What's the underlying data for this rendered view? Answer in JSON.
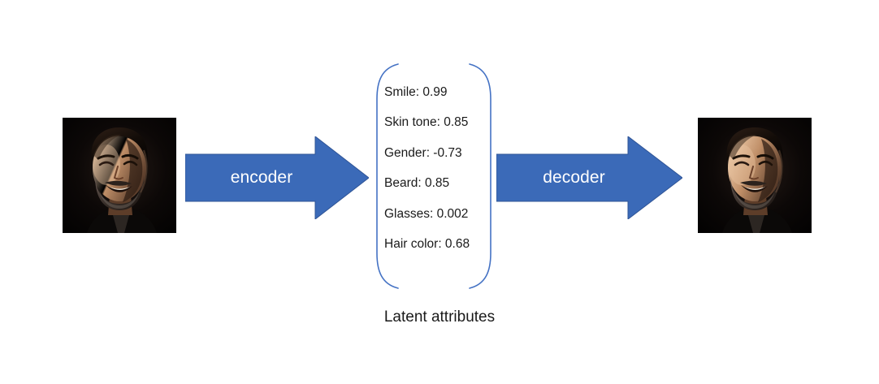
{
  "diagram": {
    "type": "autoencoder-pipeline",
    "caption": "Latent attributes",
    "accent_color": "#3B6AB8",
    "bracket_color": "#4472C4",
    "background_color": "#FFFFFF",
    "text_color": "#1A1A1A"
  },
  "input_image": {
    "alt": "Photograph of a smiling bearded man on a dark background, lit from the left",
    "label": "input-face-photo"
  },
  "output_image": {
    "alt": "Reconstructed photograph of the same smiling bearded man on a dark background",
    "label": "reconstructed-face-photo"
  },
  "arrows": [
    {
      "id": "encoder",
      "label": "encoder",
      "direction": "right"
    },
    {
      "id": "decoder",
      "label": "decoder",
      "direction": "right"
    }
  ],
  "latent": {
    "attributes": [
      {
        "name": "Smile",
        "value": "0.99",
        "text": "Smile: 0.99"
      },
      {
        "name": "Skin tone",
        "value": "0.85",
        "text": "Skin tone: 0.85"
      },
      {
        "name": "Gender",
        "value": "-0.73",
        "text": "Gender: -0.73"
      },
      {
        "name": "Beard",
        "value": "0.85",
        "text": "Beard: 0.85"
      },
      {
        "name": "Glasses",
        "value": "0.002",
        "text": "Glasses: 0.002"
      },
      {
        "name": "Hair color",
        "value": "0.68",
        "text": "Hair color: 0.68"
      }
    ]
  }
}
